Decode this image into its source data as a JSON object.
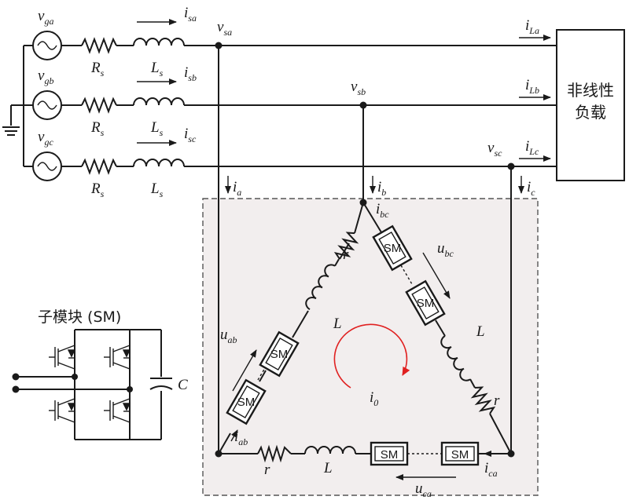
{
  "sources": {
    "a": {
      "v": "v",
      "v_sub": "ga"
    },
    "b": {
      "v": "v",
      "v_sub": "gb"
    },
    "c": {
      "v": "v",
      "v_sub": "gc"
    }
  },
  "line_elements": {
    "resistor": "R",
    "resistor_sub": "s",
    "inductor": "L",
    "inductor_sub": "s",
    "currents": [
      {
        "i": "i",
        "sub": "sa"
      },
      {
        "i": "i",
        "sub": "sb"
      },
      {
        "i": "i",
        "sub": "sc"
      }
    ]
  },
  "nodes": {
    "vsa": {
      "v": "v",
      "sub": "sa"
    },
    "vsb": {
      "v": "v",
      "sub": "sb"
    },
    "vsc": {
      "v": "v",
      "sub": "sc"
    }
  },
  "load": {
    "label_line1": "非线性",
    "label_line2": "负载",
    "currents": [
      {
        "i": "i",
        "sub": "La"
      },
      {
        "i": "i",
        "sub": "Lb"
      },
      {
        "i": "i",
        "sub": "Lc"
      }
    ]
  },
  "converter": {
    "ia": {
      "i": "i",
      "sub": "a"
    },
    "ib": {
      "i": "i",
      "sub": "b"
    },
    "ic": {
      "i": "i",
      "sub": "c"
    },
    "iab": {
      "i": "i",
      "sub": "ab"
    },
    "ibc": {
      "i": "i",
      "sub": "bc"
    },
    "ica": {
      "i": "i",
      "sub": "ca"
    },
    "uab": {
      "u": "u",
      "sub": "ab"
    },
    "ubc": {
      "u": "u",
      "sub": "bc"
    },
    "uca": {
      "u": "u",
      "sub": "ca"
    },
    "i0": {
      "i": "i",
      "sub": "0"
    },
    "sm_label": "SM",
    "r_label": "r",
    "L_label": "L"
  },
  "submodule": {
    "title": "子模块 (SM)",
    "capacitor": "C"
  },
  "colors": {
    "line": "#1a1a1a",
    "converter_bg": "#f2eeee",
    "circulating_arrow": "#e02020",
    "dash_border": "#555555"
  }
}
